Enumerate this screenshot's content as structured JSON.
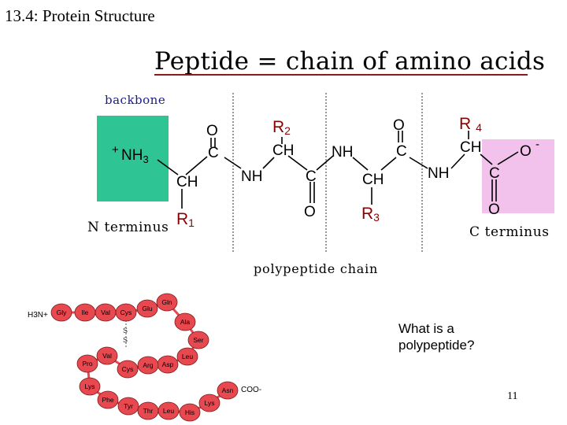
{
  "header": {
    "title": "13.4:  Protein Structure"
  },
  "slide": {
    "heading": "Peptide = chain of amino acids",
    "backbone_label": "backbone",
    "n_terminus": "N terminus",
    "c_terminus": "C terminus",
    "chain_label": "polypeptide chain",
    "question": "What is a polypeptide?",
    "page_number": "11"
  },
  "structure": {
    "amine": "NH",
    "amine_charge": "+",
    "amine_sub": "3",
    "ch": "CH",
    "c": "C",
    "o": "O",
    "nh": "NH",
    "carboxylate_charge": "-",
    "r": "R",
    "r_indices": [
      "1",
      "2",
      "3",
      "4"
    ],
    "colors": {
      "amine_box": "#2ec494",
      "carboxyl_box": "#f2c2ec",
      "r_group": "#8b0000",
      "divider": "#333333"
    }
  },
  "chain": {
    "n_terminal": "H3N+",
    "c_terminal": "COO-",
    "disulfide": [
      "S",
      "S"
    ],
    "residues": [
      "Gly",
      "Ile",
      "Val",
      "Cys",
      "Glu",
      "Gln",
      "Ala",
      "Ser",
      "Leu",
      "Asp",
      "Arg",
      "Cys",
      "Val",
      "Pro",
      "Lys",
      "Phe",
      "Tyr",
      "Thr",
      "Leu",
      "His",
      "Lys",
      "Asn"
    ],
    "colors": {
      "bead": "#e8484f",
      "bead_stroke": "#7a1a1a",
      "link": "#e8484f"
    }
  }
}
